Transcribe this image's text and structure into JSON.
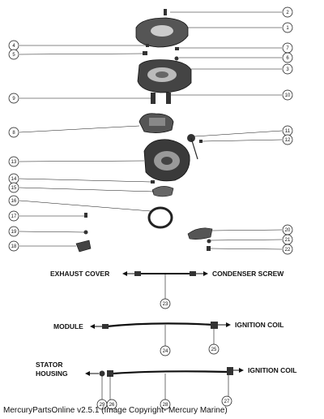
{
  "diagram": {
    "callouts": [
      "1",
      "2",
      "3",
      "4",
      "5",
      "6",
      "7",
      "8",
      "9",
      "10",
      "11",
      "12",
      "13",
      "14",
      "15",
      "16",
      "17",
      "18",
      "19",
      "20",
      "21",
      "22",
      "23",
      "24",
      "25",
      "26",
      "27",
      "28",
      "29"
    ],
    "wire_labels": {
      "exhaust_cover": "EXHAUST COVER",
      "condenser_screw": "CONDENSER SCREW",
      "module": "MODULE",
      "ignition_coil_1": "IGNITION COIL",
      "stator": "STATOR",
      "housing": "HOUSING",
      "ignition_coil_2": "IGNITION COIL"
    }
  },
  "footer": {
    "caption": "MercuryPartsOnline v2.5.1 (Image Copyright- Mercury Marine)"
  }
}
